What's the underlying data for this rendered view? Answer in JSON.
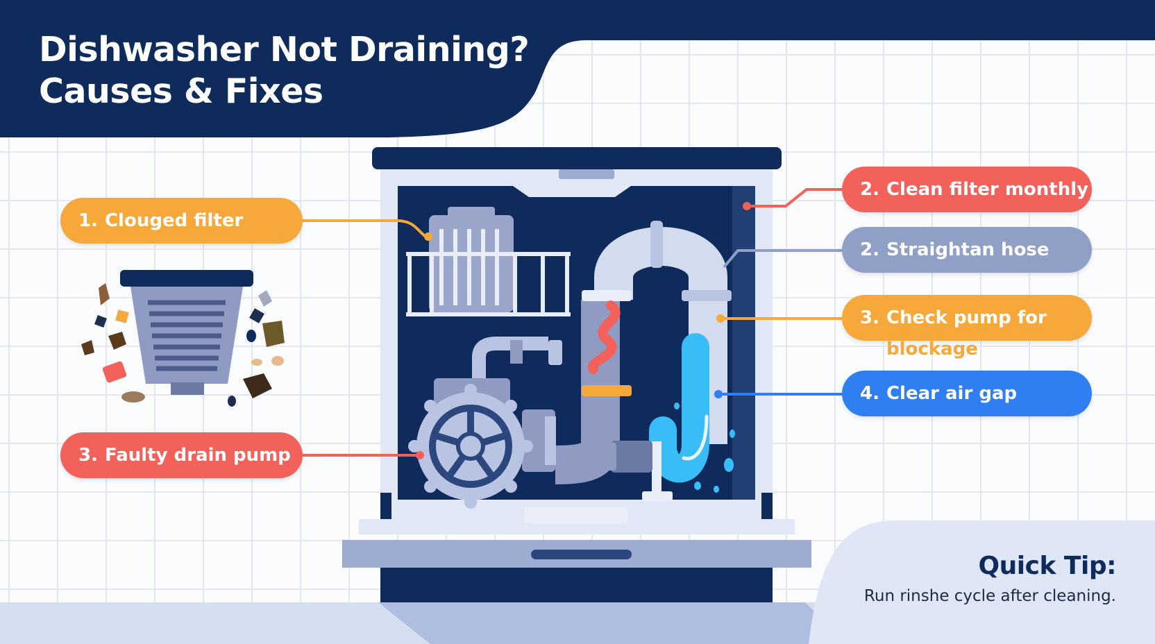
{
  "header": {
    "title_line1": "Dishwasher Not Draining?",
    "title_line2": "Causes & Fixes"
  },
  "causes": [
    {
      "number": "1.",
      "label": "Clouged filter",
      "color": "#f6a93a"
    },
    {
      "number": "3.",
      "label": "Faulty drain pump",
      "color": "#f2625a"
    }
  ],
  "fixes": [
    {
      "number": "2.",
      "label": "Clean filter monthly",
      "color": "#f2625a"
    },
    {
      "number": "2.",
      "label": "Straightan hose",
      "color": "#8f9fc6"
    },
    {
      "number": "3.",
      "label": "Check pump for",
      "overflow": "blockage",
      "color": "#f6a93a"
    },
    {
      "number": "4.",
      "label": "Clear air gap",
      "color": "#2f7ff2"
    }
  ],
  "quick_tip": {
    "title": "Quick Tip:",
    "text": "Run rinshe cycle after cleaning."
  },
  "colors": {
    "navy": "#0f2b5b",
    "orange": "#f6a93a",
    "red": "#f2625a",
    "slate": "#8f9fc6",
    "blue": "#2f7ff2",
    "water": "#38bdf8"
  },
  "icons": [
    "dishwasher-illustration",
    "filter-basket-icon",
    "drain-pump-icon",
    "drain-hose-icon",
    "debris-icon",
    "water-drop-icon"
  ]
}
